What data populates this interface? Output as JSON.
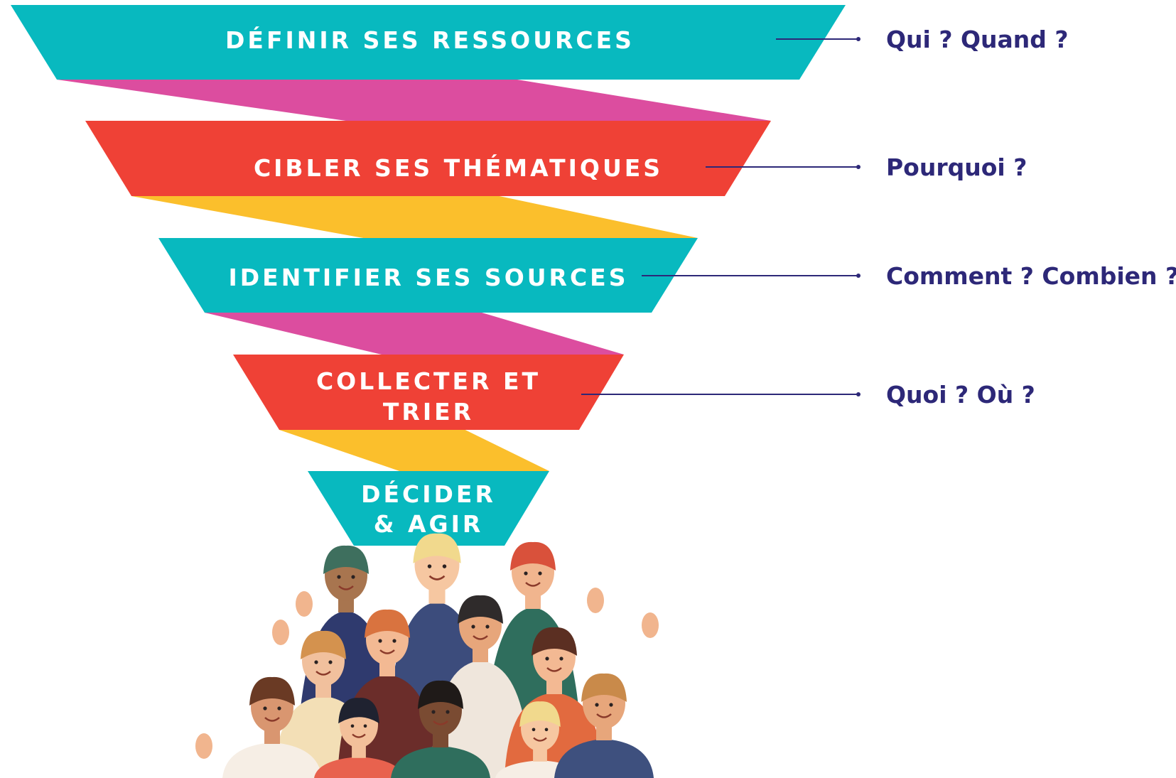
{
  "colors": {
    "teal": "#08b9bf",
    "red": "#ef4136",
    "magenta": "#dc4d9f",
    "yellow": "#fbbf2c",
    "question_text": "#2d2878",
    "label_text": "#ffffff"
  },
  "steps": [
    {
      "lines": [
        "DÉFINIR SES RESSOURCES"
      ],
      "color": "teal",
      "question": "Qui ? Quand ?"
    },
    {
      "lines": [
        "CIBLER SES THÉMATIQUES"
      ],
      "color": "red",
      "question": "Pourquoi ?"
    },
    {
      "lines": [
        "IDENTIFIER SES SOURCES"
      ],
      "color": "teal",
      "question": "Comment ? Combien ?"
    },
    {
      "lines": [
        "COLLECTER ET",
        "TRIER"
      ],
      "color": "red",
      "question": "Quoi ? Où ?"
    },
    {
      "lines": [
        "DÉCIDER",
        "& AGIR"
      ],
      "color": "teal",
      "question": ""
    }
  ],
  "ribbons": [
    "magenta",
    "yellow",
    "magenta",
    "yellow"
  ],
  "illustration": {
    "name": "diverse-group-of-people",
    "icon": "crowd-illustration"
  }
}
